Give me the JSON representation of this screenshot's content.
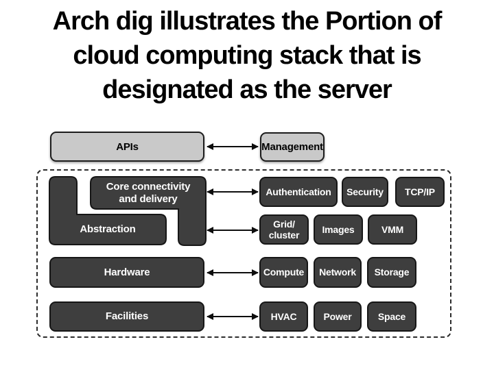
{
  "slide": {
    "title_lines": [
      "Arch dig illustrates the Portion of",
      "cloud computing stack that is",
      "designated as the server"
    ]
  },
  "diagram": {
    "top_row": {
      "apis": "APIs",
      "management": "Management"
    },
    "left_stack": {
      "core_connectivity": "Core connectivity\nand delivery",
      "abstraction": "Abstraction",
      "hardware": "Hardware",
      "facilities": "Facilities"
    },
    "right_grid": {
      "row1": [
        "Authentication",
        "Security",
        "TCP/IP"
      ],
      "row2": [
        "Grid/\ncluster",
        "Images",
        "VMM"
      ],
      "row3": [
        "Compute",
        "Network",
        "Storage"
      ],
      "row4": [
        "HVAC",
        "Power",
        "Space"
      ]
    },
    "colors": {
      "dark_box_fill": "#3e3e3e",
      "dark_box_border": "#161616",
      "light_box_fill": "#c9c9c9",
      "light_box_border": "#1c1c1c",
      "box_text_on_dark": "#ffffff",
      "box_text_on_light": "#000000",
      "arrow": "#0d0d0d",
      "dashed_border": "#2b2b2b",
      "title_text": "#000000",
      "background": "#ffffff"
    }
  }
}
